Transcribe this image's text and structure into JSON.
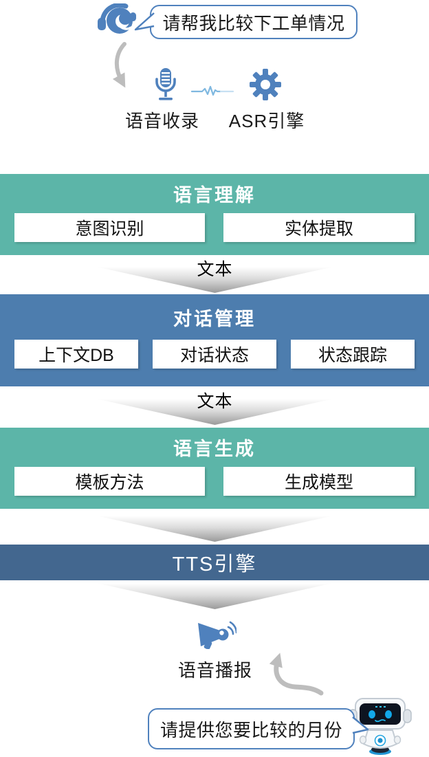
{
  "top": {
    "user_bubble_text": "请帮我比较下工单情况",
    "voice_capture_label": "语音收录",
    "asr_engine_label": "ASR引擎"
  },
  "blocks": {
    "nlu": {
      "title": "语言理解",
      "items": [
        "意图识别",
        "实体提取"
      ]
    },
    "dm": {
      "title": "对话管理",
      "items": [
        "上下文DB",
        "对话状态",
        "状态跟踪"
      ]
    },
    "nlg": {
      "title": "语言生成",
      "items": [
        "模板方法",
        "生成模型"
      ]
    },
    "tts": {
      "title": "TTS引擎"
    }
  },
  "connectors": {
    "label_after_nlu": "文本",
    "label_after_dm": "文本"
  },
  "bottom": {
    "broadcast_label": "语音播报",
    "bot_bubble_text": "请提供您要比较的月份"
  },
  "colors": {
    "teal": "#5cb5a8",
    "blue": "#4d7dae",
    "dark_blue": "#43678f",
    "icon_blue": "#4f81bd",
    "arrow_gray": "#bdbdbd",
    "waveform_blue": "#7fb8e0"
  }
}
